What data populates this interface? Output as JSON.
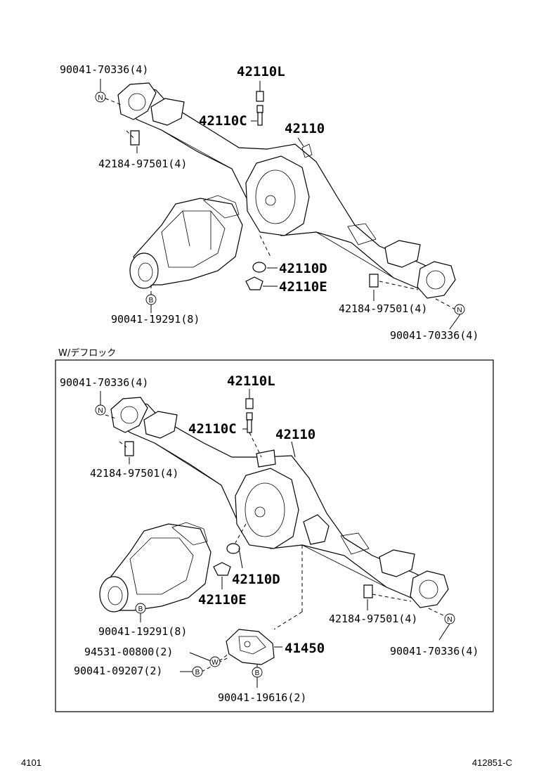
{
  "section": {
    "label": "W/デフロック"
  },
  "footer": {
    "left": "4101",
    "right": "412851-C"
  },
  "badges": {
    "n": "N",
    "b": "B",
    "w": "W"
  },
  "top": {
    "p_90041_70336_left": "90041-70336(4)",
    "p_42110L": "42110L",
    "p_42110C": "42110C",
    "p_42110": "42110",
    "p_42184_97501_left": "42184-97501(4)",
    "p_42110D": "42110D",
    "p_42110E": "42110E",
    "p_42184_97501_right": "42184-97501(4)",
    "p_90041_19291": "90041-19291(8)",
    "p_90041_70336_right": "90041-70336(4)"
  },
  "bottom": {
    "p_90041_70336_left": "90041-70336(4)",
    "p_42110L": "42110L",
    "p_42110C": "42110C",
    "p_42110": "42110",
    "p_42184_97501_left": "42184-97501(4)",
    "p_42110D": "42110D",
    "p_42110E": "42110E",
    "p_90041_19291": "90041-19291(8)",
    "p_42184_97501_right": "42184-97501(4)",
    "p_41450": "41450",
    "p_94531_00800": "94531-00800(2)",
    "p_90041_70336_right": "90041-70336(4)",
    "p_90041_09207": "90041-09207(2)",
    "p_90041_19616": "90041-19616(2)"
  }
}
